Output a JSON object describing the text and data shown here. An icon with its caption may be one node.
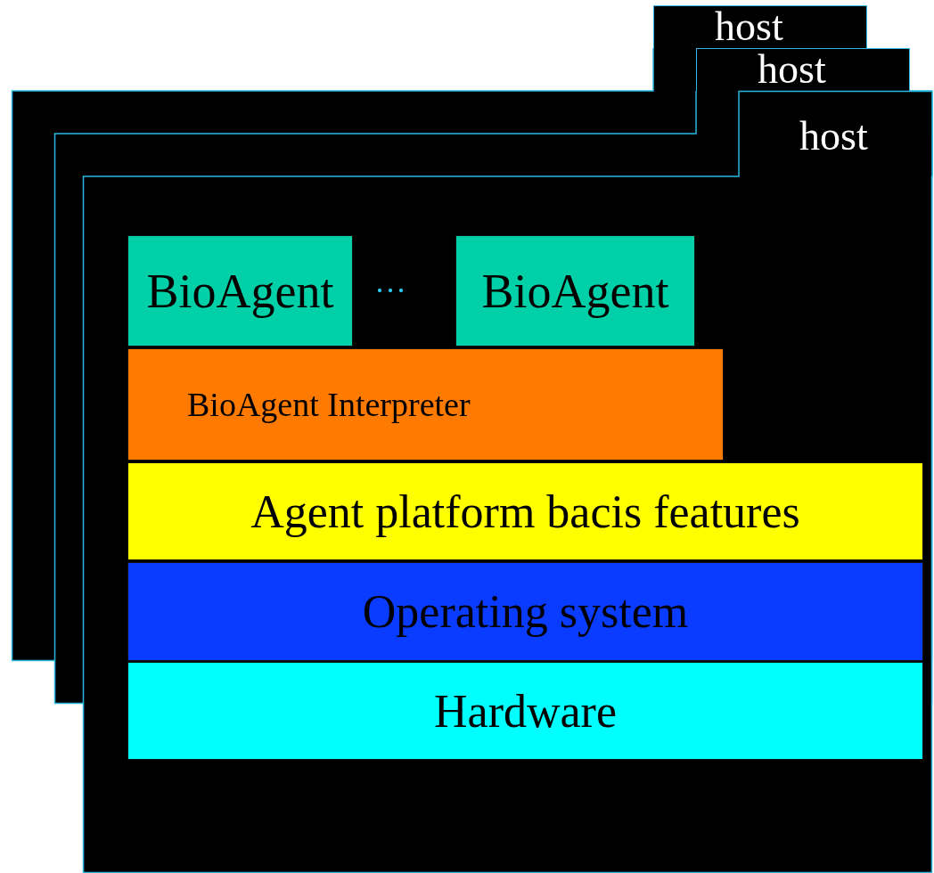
{
  "diagram": {
    "nodes": [
      {
        "text": [
          "host"
        ]
      },
      {
        "text": [
          "host"
        ]
      },
      {
        "text": [
          "host"
        ]
      },
      {
        "text": [
          "BioAgent"
        ],
        "in": 2
      },
      {
        "text": [
          "BioAgent"
        ],
        "in": 2
      },
      {
        "text": [
          "BioAgent Interpreter"
        ],
        "in": 2
      },
      {
        "text": [
          "Agent platform bacis features"
        ],
        "in": 2
      },
      {
        "text": [
          "Operating system"
        ],
        "in": 2
      },
      {
        "text": [
          "Hardware"
        ],
        "in": 2
      }
    ],
    "labels": [
      "···"
    ]
  }
}
